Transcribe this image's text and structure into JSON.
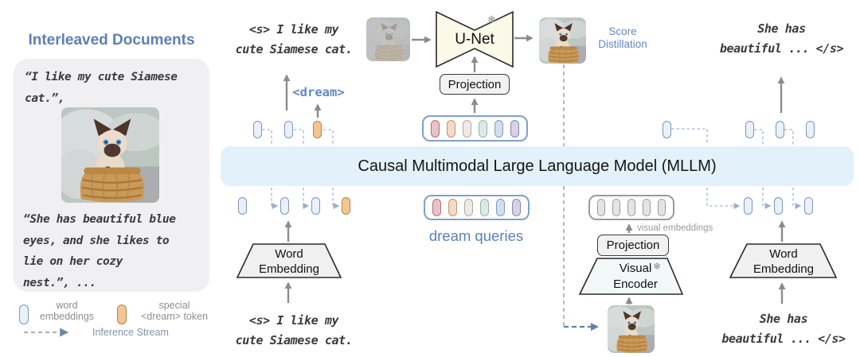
{
  "left_panel": {
    "title": "Interleaved Documents",
    "doc1_lines": [
      "“I like my cute Siamese",
      "cat.”,"
    ],
    "doc2_lines": [
      "“She has beautiful blue",
      "eyes, and she likes to",
      "lie on her cozy",
      "nest.”, ..."
    ],
    "legend": {
      "word_embeddings_lines": [
        "word",
        "embeddings"
      ],
      "dream_token_lines": [
        "special",
        "<dream> token"
      ],
      "inference_stream": "Inference Stream"
    }
  },
  "mllm_bar": {
    "label": "Causal Multimodal Large Language Model (MLLM)"
  },
  "sequence_left": {
    "output_lines": [
      "<s> I like my",
      "cute Siamese cat."
    ],
    "dream_label": "<dream>",
    "word_embedding_lines": [
      "Word",
      "Embedding"
    ],
    "input_lines": [
      "<s> I like my",
      "cute Siamese cat."
    ]
  },
  "sequence_right": {
    "output_lines": [
      "She has",
      "beautiful ... </s>"
    ],
    "word_embedding_lines": [
      "Word",
      "Embedding"
    ],
    "input_lines": [
      "She has",
      "beautiful ... </s>"
    ]
  },
  "diffusion": {
    "unet_label": "U-Net",
    "projection_label": "Projection",
    "score_distillation_lines": [
      "Score",
      "Distillation"
    ],
    "dream_queries_label": "dream queries"
  },
  "vision": {
    "projection_label": "Projection",
    "visual_encoder_lines": [
      "Visual",
      "Encoder"
    ],
    "visual_embeddings_label": "visual embeddings"
  },
  "icons": {
    "snowflake": "❄"
  },
  "colors": {
    "accent_blue": "#5C7EBB",
    "mllm_bar_bg": "#E3F1FA",
    "doc_box_bg": "#F0F0F3",
    "word_token_fill": "#EAF1FA",
    "word_token_border": "#7E96B8",
    "dream_token_fill": "#F3C794",
    "dream_token_border": "#BF7E42",
    "unet_fill": "#FBFAE8",
    "visual_encoder_fill": "#F1F8F7",
    "module_fill": "#F2F2F2",
    "visual_token_fill": "#E4E4E4",
    "visual_token_border": "#9A9A9A",
    "stream_dash": "#B7C3D6",
    "inference_blue": "#617FB4",
    "dream_queries": [
      {
        "fill": "#E7C3C8",
        "border": "#B26E7A"
      },
      {
        "fill": "#F3D9C8",
        "border": "#C9906E"
      },
      {
        "fill": "#EFEAE6",
        "border": "#B7A79E"
      },
      {
        "fill": "#DBEAE5",
        "border": "#90B6AB"
      },
      {
        "fill": "#D2DFEF",
        "border": "#7E9CC2"
      },
      {
        "fill": "#D4D3E7",
        "border": "#8987B1"
      }
    ]
  }
}
